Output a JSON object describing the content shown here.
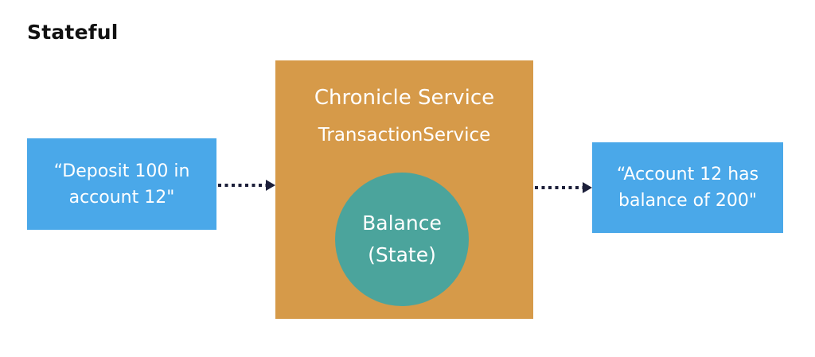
{
  "title": "Stateful",
  "input": {
    "line1": "“Deposit 100 in",
    "line2": "account 12\""
  },
  "service": {
    "name": "Chronicle Service",
    "class_name": "TransactionService",
    "state": {
      "line1": "Balance",
      "line2": "(State)"
    }
  },
  "output": {
    "line1": "“Account 12 has",
    "line2": "balance of 200\""
  },
  "colors": {
    "message_box": "#4aa8e9",
    "service_box": "#d69a49",
    "state_circle": "#4ba49c",
    "arrow": "#1c1f3a"
  }
}
